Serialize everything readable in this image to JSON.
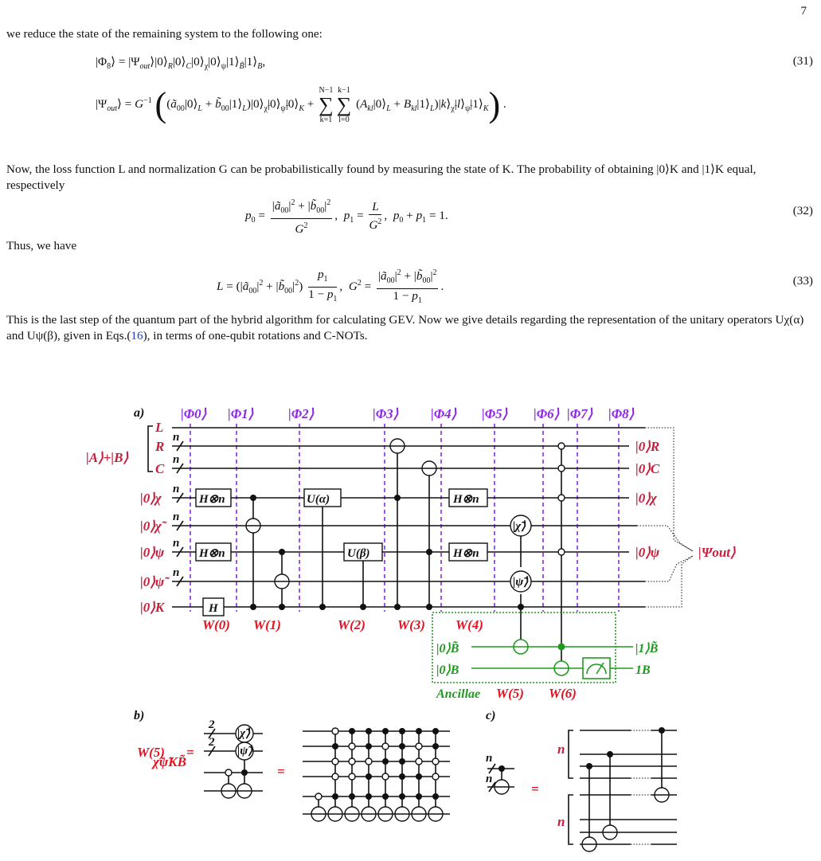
{
  "page_number": "7",
  "para_intro": "we reduce the state of the remaining system to the following one:",
  "eq31_number": "(31)",
  "para_measure": "Now, the loss function L and normalization G can be probabilistically found by measuring the state of K. The probability of obtaining |0⟩K and |1⟩K equal, respectively",
  "eq32_number": "(32)",
  "para_thus": "Thus, we have",
  "eq33_number": "(33)",
  "para_last_a": "This is the last step of the quantum part of the hybrid algorithm for calculating GEV. Now we give details regarding the representation of the unitary operators Uχ(α) and Uψ(β), given in Eqs.(",
  "para_last_ref": "16",
  "para_last_b": "), in terms of one-qubit rotations and C-NOTs.",
  "figure": {
    "panel_a": "a)",
    "panel_b": "b)",
    "panel_c": "c)",
    "stages": [
      "|Φ0⟩",
      "|Φ1⟩",
      "|Φ2⟩",
      "|Φ3⟩",
      "|Φ4⟩",
      "|Φ5⟩",
      "|Φ6⟩",
      "|Φ7⟩",
      "|Φ8⟩"
    ],
    "input_group": "|A⟩+|B⟩",
    "group_registers": [
      "L",
      "R",
      "C"
    ],
    "inputs": [
      "|0⟩χ",
      "|0⟩χ̃",
      "|0⟩ψ",
      "|0⟩ψ̃",
      "|0⟩K"
    ],
    "bus_label": "n",
    "gates": {
      "hn": "H⊗n",
      "h": "H",
      "ua": "U(α)",
      "ub": "U(β)",
      "chi_tilde": "|χ̃⟩",
      "psi_tilde": "|ψ̃⟩"
    },
    "ops": [
      "W(0)",
      "W(1)",
      "W(2)",
      "W(3)",
      "W(4)",
      "W(5)",
      "W(6)"
    ],
    "outputs": [
      "|0⟩R",
      "|0⟩C",
      "|0⟩χ",
      "|0⟩ψ"
    ],
    "output_state": "|Ψout⟩",
    "ancilla_inputs": [
      "|0⟩B̃",
      "|0⟩B"
    ],
    "ancilla_outputs": [
      "|1⟩B̃",
      "1B"
    ],
    "ancillae_label": "Ancillae",
    "b_label": "W(5)",
    "b_sub": "χ̃ψ̃KB̃",
    "b_bus": "2",
    "equals": "=",
    "c_n": "n"
  }
}
